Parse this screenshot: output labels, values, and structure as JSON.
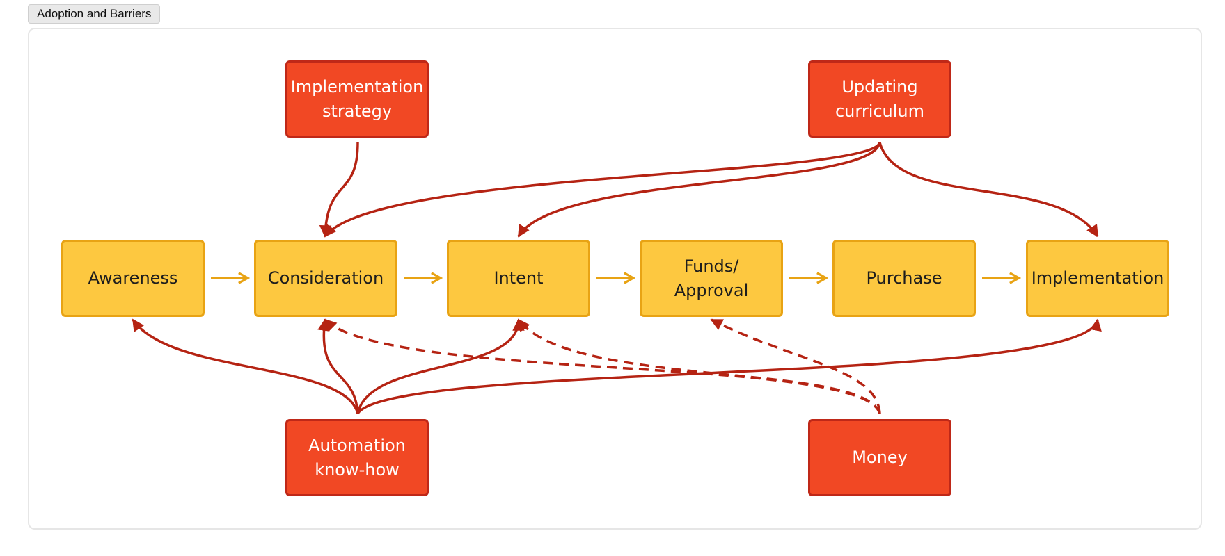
{
  "tab": {
    "label": "Adoption and Barriers"
  },
  "stages": {
    "awareness": "Awareness",
    "consideration": "Consideration",
    "intent": "Intent",
    "funds": "Funds/\nApproval",
    "purchase": "Purchase",
    "implementation": "Implementation"
  },
  "barriers": {
    "implementation_strategy": "Implementation\nstrategy",
    "updating_curriculum": "Updating\ncurriculum",
    "automation_know_how": "Automation\nknow-how",
    "money": "Money"
  },
  "colors": {
    "stage_fill": "#fdc840",
    "stage_border": "#e8a314",
    "barrier_fill": "#f14824",
    "barrier_border": "#bf2818",
    "flow_arrow": "#e8a314",
    "barrier_arrow": "#b52313"
  }
}
